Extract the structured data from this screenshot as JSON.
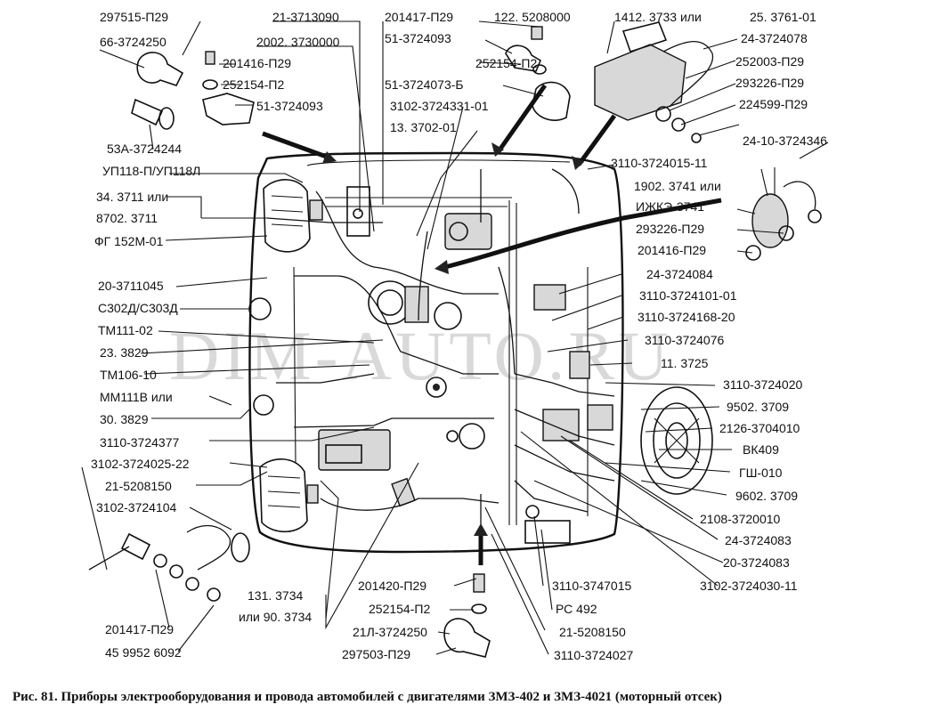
{
  "caption": "Рис. 81. Приборы электрооборудования и провода автомобилей с двигателями ЗМЗ-402 и ЗМЗ-4021 (моторный отсек)",
  "watermark": "DIM-AUTO.RU",
  "labels": [
    "297515-П29",
    "66-3724250",
    "21-3713090",
    "2002. 3730000",
    "201417-П29",
    "51-3724093",
    "122. 5208000",
    "1412. 3733 или",
    "25. 3761-01",
    "24-3724078",
    "201416-П29",
    "252154-П2",
    "252154-П2",
    "51-3724093",
    "51-3724073-Б",
    "252003-П29",
    "293226-П29",
    "224599-П29",
    "3102-3724331-01",
    "13. 3702-01",
    "24-10-3724346",
    "53А-3724244",
    "УП118-П/УП118Л",
    "3110-3724015-11",
    "1902. 3741 или",
    "ИЖКЭ-3741",
    "34. 3711 или",
    "8702. 3711",
    "ФГ 152М-01",
    "293226-П29",
    "201416-П29",
    "24-3724084",
    "20-3711045",
    "3110-3724101-01",
    "С302Д/С303Д",
    "3110-3724168-20",
    "ТМ111-02",
    "3110-3724076",
    "23. 3829",
    "11. 3725",
    "ТМ106-10",
    "3110-3724020",
    "ММ111В или",
    "9502. 3709",
    "30. 3829",
    "2126-3704010",
    "3110-3724377",
    "ВК409",
    "3102-3724025-22",
    "ГШ-010",
    "21-5208150",
    "9602. 3709",
    "3102-3724104",
    "2108-3720010",
    "24-3724083",
    "20-3724083",
    "3102-3724030-11",
    "201420-П29",
    "3110-3747015",
    "252154-П2",
    "РС 492",
    "21Л-3724250",
    "21-5208150",
    "297503-П29",
    "3110-3724027",
    "131. 3734",
    "или 90. 3734",
    "201417-П29",
    "45 9952 6092"
  ]
}
